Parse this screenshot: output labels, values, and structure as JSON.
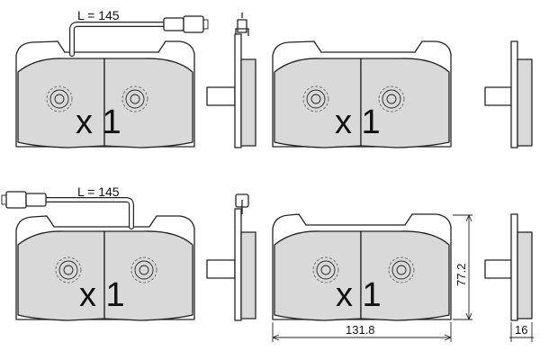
{
  "top_left": {
    "wire_label": "L = 145",
    "quantity": "x 1"
  },
  "top_right": {
    "quantity": "x 1"
  },
  "bottom_left": {
    "wire_label": "L = 145",
    "quantity": "x 1"
  },
  "bottom_right": {
    "quantity": "x 1"
  },
  "dimensions": {
    "width": "131.8",
    "height": "77.2",
    "thickness": "16"
  }
}
